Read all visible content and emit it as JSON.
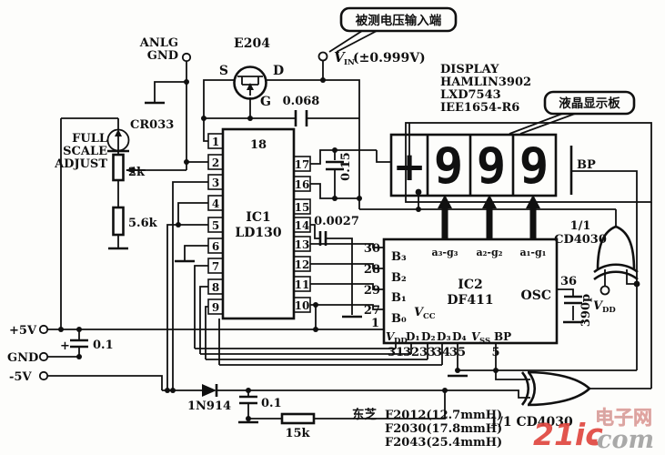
{
  "callouts": {
    "input_voltage": "被测电压输入端",
    "lcd_panel": "液晶显示板"
  },
  "labels": {
    "anlg": "ANLG",
    "gnd_top": "GND",
    "e204": "E204",
    "s": "S",
    "d": "D",
    "g": "G",
    "vin_v": "V",
    "vin_sub": "IN",
    "vin_range": "(±0.999V)",
    "cr033": "CR033",
    "full": "FULL",
    "scale": "SCALE",
    "adjust": "ADJUST",
    "r2k": "2k",
    "r56k": "5.6k",
    "c068": "0.068",
    "c015": "0.15",
    "c0027": "0.0027",
    "plus5": "+5V",
    "gnd": "GND",
    "minus5": "-5V",
    "c01a": "0.1",
    "c01b": "0.1",
    "d1n914": "1N914",
    "r15k": "15k",
    "c390": "390p",
    "bp_display": "BP"
  },
  "display_info": {
    "l1": "DISPLAY",
    "l2": "HAMLIN3902",
    "l3": "LXD7543",
    "l4": "IEE1654-R6"
  },
  "ic1": {
    "pin18": "18",
    "name": "IC1",
    "part": "LD130",
    "left_pins": [
      "1",
      "2",
      "3",
      "4",
      "5",
      "6",
      "7",
      "8",
      "9"
    ],
    "right_pins": [
      "17",
      "16",
      "15",
      "14",
      "13",
      "12",
      "11",
      "10"
    ]
  },
  "ic2": {
    "name": "IC2",
    "part": "DF411",
    "left_nums": [
      "30",
      "28",
      "29",
      "27",
      "1"
    ],
    "left_labels": [
      "B₃",
      "B₂",
      "B₁",
      "B₀"
    ],
    "vcc_v": "V",
    "vcc_sub": "CC",
    "top_labels": [
      "a₃-g₃",
      "a₂-g₂",
      "a₁-g₁"
    ],
    "osc": "OSC",
    "pin36": "36",
    "vdd_v": "V",
    "vdd_sub": "DD",
    "d1": "D₁",
    "d2": "D₂",
    "d3": "D₃",
    "d4": "D₄",
    "vss_v": "V",
    "vss_sub": "SS",
    "bp": "BP",
    "bottom_nums": [
      "31",
      "32",
      "33",
      "34",
      "35",
      "5"
    ]
  },
  "display": {
    "sign": "+",
    "digits": [
      "9",
      "9",
      "9"
    ]
  },
  "gates": {
    "top_frac": "1/1",
    "top_part": "CD4030",
    "vdd_v": "V",
    "vdd_sub": "DD",
    "bottom": "1/1 CD4030"
  },
  "notes": {
    "brand": "东芝",
    "models": [
      "F2012(12.7mmH)",
      "F2030(17.8mmH)",
      "F2043(25.4mmH)"
    ]
  },
  "watermark": {
    "red": "21ic",
    "dot": ".",
    "gray": "com",
    "cn": "电子网"
  }
}
